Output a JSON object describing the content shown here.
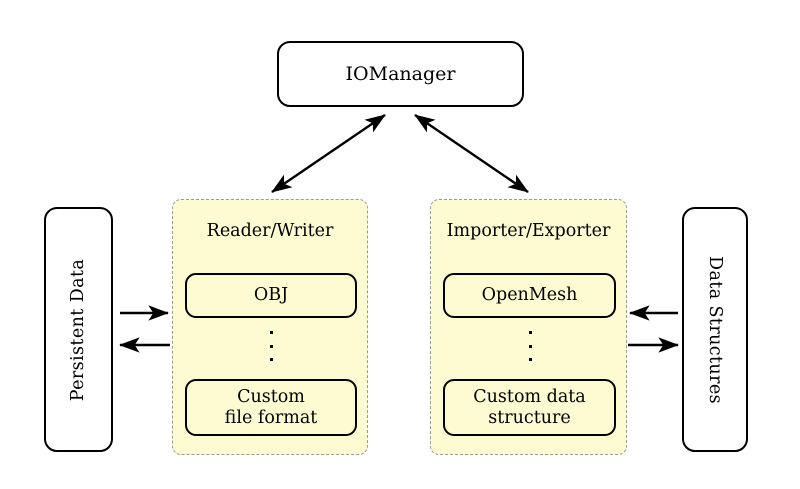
{
  "diagram": {
    "title_node": {
      "label": "IOManager"
    },
    "left_store": {
      "label": "Persistent Data"
    },
    "right_store": {
      "label": "Data Structures"
    },
    "groups": [
      {
        "name": "reader-writer",
        "title": "Reader/Writer",
        "items": [
          {
            "label": "OBJ"
          },
          {
            "label": "Custom\nfile format",
            "line1": "Custom",
            "line2": "file format"
          }
        ],
        "ellipsis": "⋮"
      },
      {
        "name": "importer-exporter",
        "title": "Importer/Exporter",
        "items": [
          {
            "label": "OpenMesh"
          },
          {
            "label": "Custom data\nstructure",
            "line1": "Custom data",
            "line2": "structure"
          }
        ],
        "ellipsis": "⋮"
      }
    ],
    "connections": [
      {
        "name": "iomanager-to-reader-writer",
        "kind": "double-arrow"
      },
      {
        "name": "iomanager-to-importer-exporter",
        "kind": "double-arrow"
      },
      {
        "name": "persistent-data-to-reader-writer",
        "kind": "arrow-right"
      },
      {
        "name": "reader-writer-to-persistent-data",
        "kind": "arrow-left"
      },
      {
        "name": "data-structures-to-importer-exporter",
        "kind": "arrow-left"
      },
      {
        "name": "importer-exporter-to-data-structures",
        "kind": "arrow-right"
      }
    ],
    "colors": {
      "group_fill": "#fcfbd2",
      "group_border": "#9a9a9a",
      "node_border": "#000000",
      "background": "#ffffff"
    }
  }
}
